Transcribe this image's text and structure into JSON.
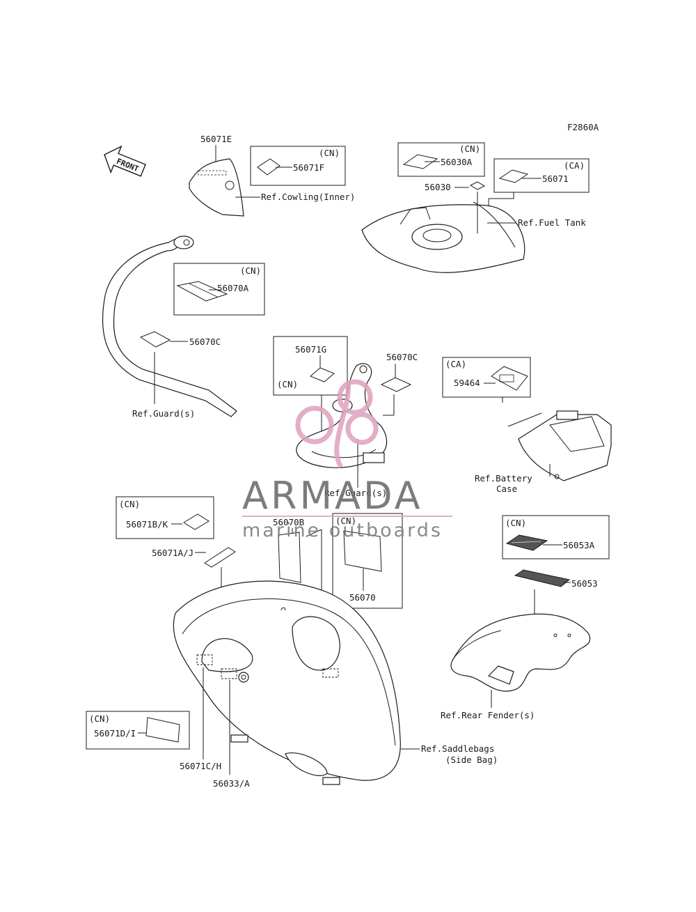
{
  "figure_code": "F2860A",
  "front_label": "FRONT",
  "labels": {
    "p56071E": "56071E",
    "cn1": "(CN)",
    "p56071F": "56071F",
    "ref_cowling": "Ref.Cowling(Inner)",
    "cn2": "(CN)",
    "p56030A": "56030A",
    "p56030": "56030",
    "ca1": "(CA)",
    "p56071": "56071",
    "ref_fuel_tank": "Ref.Fuel Tank",
    "cn3": "(CN)",
    "p56070A": "56070A",
    "p56070C_a": "56070C",
    "ref_guard_a": "Ref.Guard(s)",
    "p56071G": "56071G",
    "cn4": "(CN)",
    "p56070C_b": "56070C",
    "ref_guard_b": "Ref.Guard(s)",
    "ca2": "(CA)",
    "p59464": "59464",
    "ref_battery_1": "Ref.Battery",
    "ref_battery_2": "Case",
    "cn5": "(CN)",
    "p56071BK": "56071B/K",
    "p56071AJ": "56071A/J",
    "p56070B": "56070B",
    "cn6": "(CN)",
    "p56070": "56070",
    "cn7": "(CN)",
    "p56053A": "56053A",
    "p56053": "56053",
    "ref_rear_fender": "Ref.Rear Fender(s)",
    "cn8": "(CN)",
    "p56071DI": "56071D/I",
    "p56071CH": "56071C/H",
    "p56033A": "56033/A",
    "ref_saddle_1": "Ref.Saddlebags",
    "ref_saddle_2": "(Side Bag)"
  },
  "watermark": {
    "brand": "ARMADA",
    "tagline": "marine outboards",
    "color": "#e0a3c0"
  }
}
